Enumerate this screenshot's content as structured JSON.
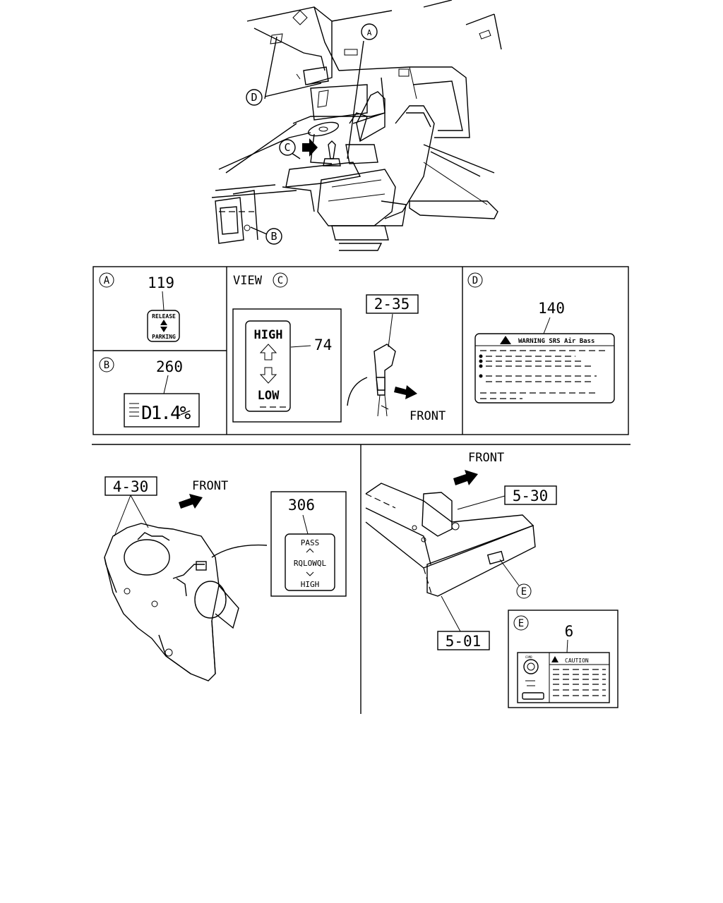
{
  "callouts": {
    "A": "A",
    "B": "B",
    "C": "C",
    "D": "D",
    "E": "E"
  },
  "panel_a": {
    "part_number": "119",
    "label_top": "RELEASE",
    "label_bottom": "PARKING"
  },
  "panel_b": {
    "part_number": "260",
    "label_text": "D1.4%"
  },
  "panel_view_c": {
    "view_label": "VIEW",
    "part_number": "74",
    "label_high": "HIGH",
    "label_low": "LOW",
    "lever_ref": "2-35",
    "front_label": "FRONT"
  },
  "panel_d": {
    "part_number": "140",
    "warning_text": "WARNING SRS Air Bass"
  },
  "lower_left": {
    "ref": "4-30",
    "front_label": "FRONT",
    "part_number": "306",
    "label_pass": "PASS",
    "label_middle": "RQLOWQL",
    "label_high": "HIGH"
  },
  "lower_right": {
    "front_label": "FRONT",
    "ref_top": "5-30",
    "ref_bottom": "5-01",
    "part_number": "6",
    "caution_text": "CAUTION",
    "small_label": "COMB"
  },
  "icons": [
    "warning-triangle-icon",
    "arrow-up-outline-icon",
    "arrow-down-outline-icon",
    "headlight-beam-icon",
    "front-arrow-icon",
    "up-down-triangles-icon"
  ]
}
